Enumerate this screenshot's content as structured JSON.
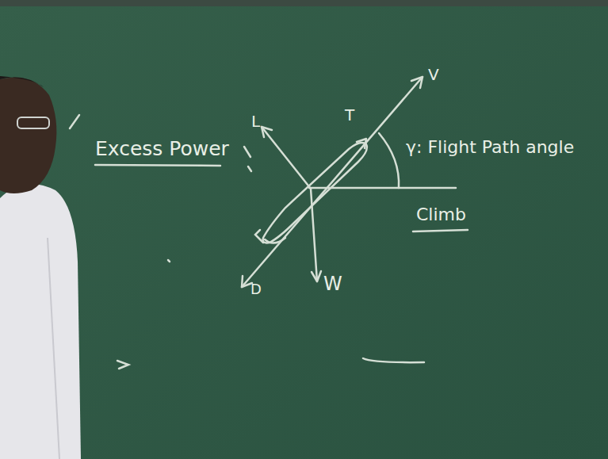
{
  "diagram": {
    "labels": [
      "Excess Power",
      "L",
      "T",
      "V",
      "γ: Flight Path angle",
      "Climb",
      "D",
      "W"
    ]
  }
}
